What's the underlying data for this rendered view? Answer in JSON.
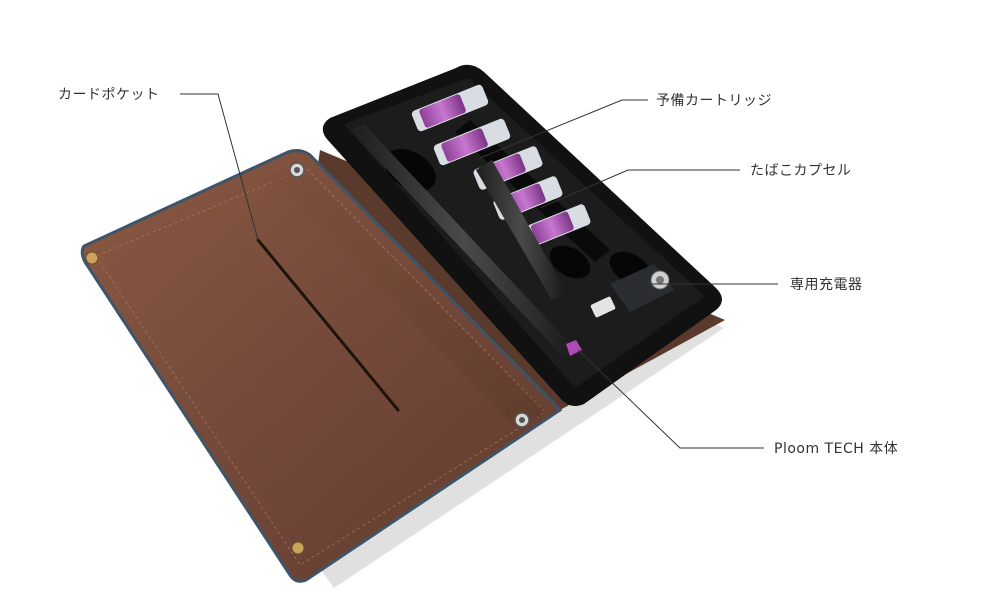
{
  "labels": {
    "card_pocket": "カードポケット",
    "spare_cartridge": "予備カートリッジ",
    "tobacco_capsule": "たばこカプセル",
    "charger": "専用充電器",
    "device": "Ploom TECH 本体"
  },
  "colors": {
    "leather": "#7a4e3a",
    "leather_dark": "#5c3a2a",
    "tray": "#151515",
    "capsule": "#a04aa8",
    "leader_line": "#333333"
  }
}
